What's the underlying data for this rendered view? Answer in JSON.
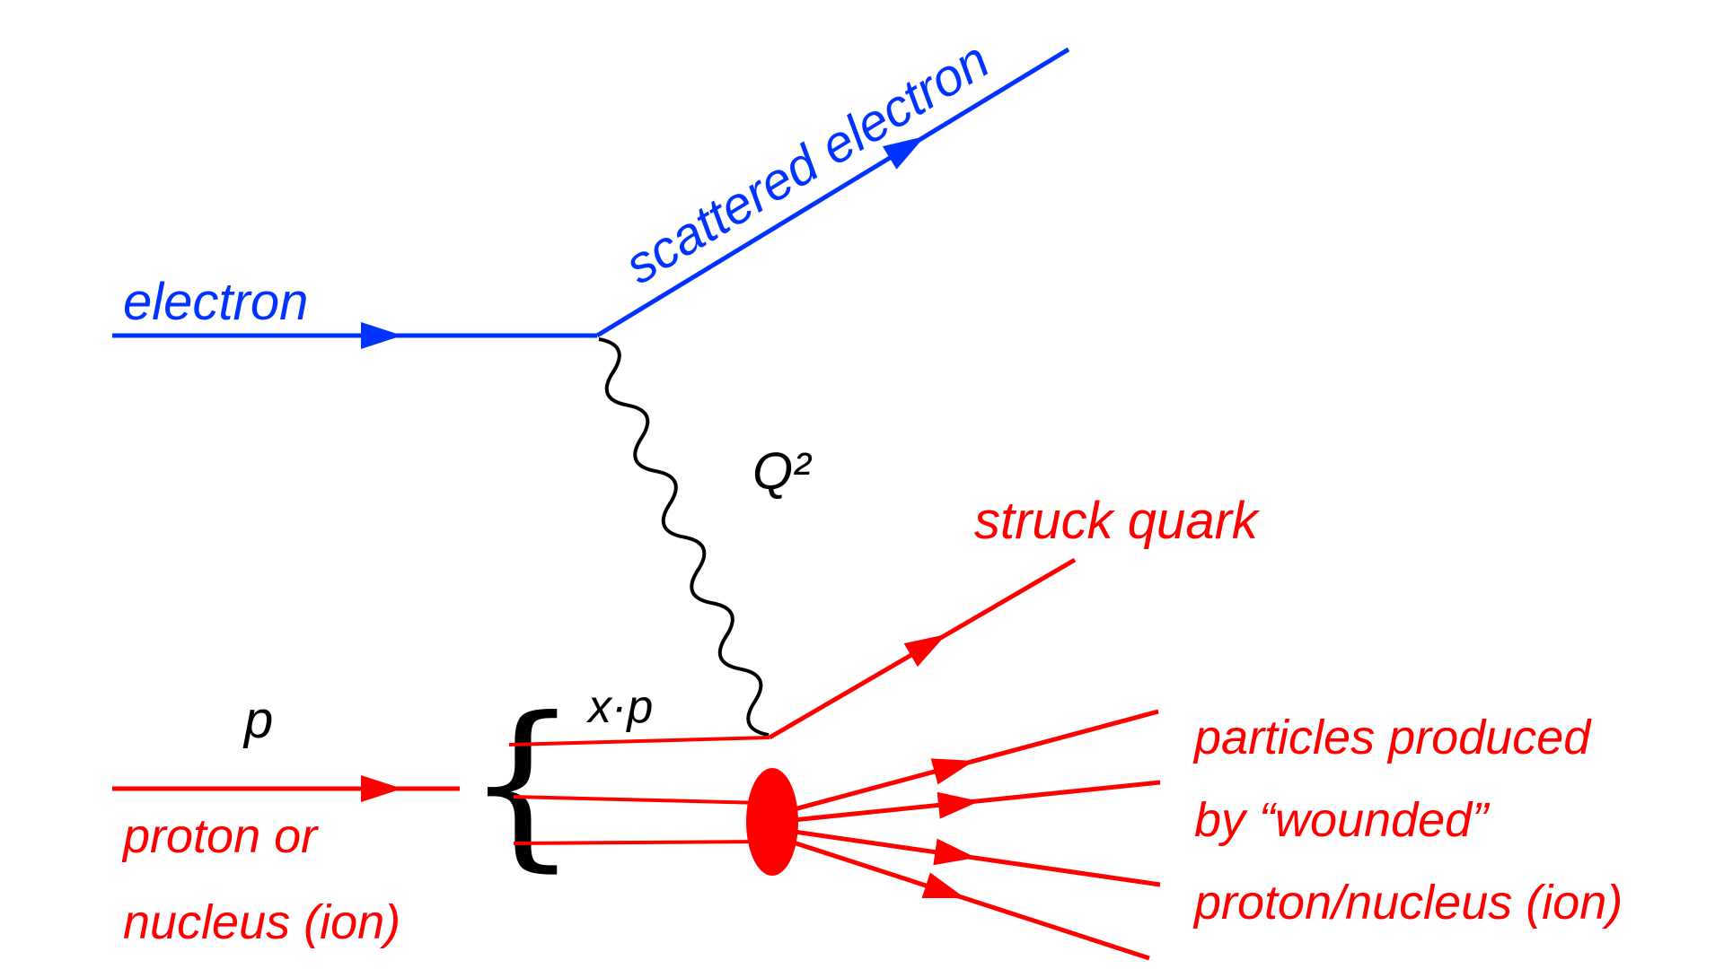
{
  "diagram": {
    "background_color": "#ffffff",
    "colors": {
      "electron": "#0033ff",
      "hadron": "#ff0000",
      "photon": "#000000",
      "text_black": "#000000"
    },
    "labels": {
      "electron": "electron",
      "scattered_electron": "scattered electron",
      "photon_virtuality": "Q²",
      "proton_momentum": "p",
      "proton_caption_line1": "proton or",
      "proton_caption_line2": "nucleus (ion)",
      "parton_momentum": "x·p",
      "struck_quark": "struck quark",
      "remnant_caption_line1": "particles produced",
      "remnant_caption_line2": "by “wounded”",
      "remnant_caption_line3": "proton/nucleus (ion)",
      "brace_glyph": "{"
    }
  }
}
